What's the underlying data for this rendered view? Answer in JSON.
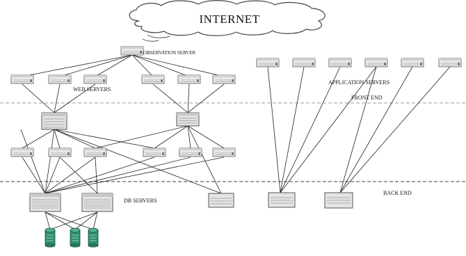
{
  "labels": {
    "internet": "INTERNET",
    "observation_server": "OBSERVATION SERVER",
    "web_servers": "WEB SERVERS",
    "application_servers": "APPLICATION SERVERS",
    "front_end": "FRONT END",
    "back_end": "BACK END",
    "db_servers": "DB SERVERS"
  },
  "icons": {
    "cloud": "cloud-icon",
    "server": "server-icon",
    "switch": "network-switch-icon",
    "db_cylinder": "database-cylinder-icon"
  },
  "colors": {
    "line": "#222222",
    "separator": "#888888",
    "server_face": "#e6e6e6",
    "server_edge": "#555555",
    "db_cylinder": "#2f8f6a"
  }
}
